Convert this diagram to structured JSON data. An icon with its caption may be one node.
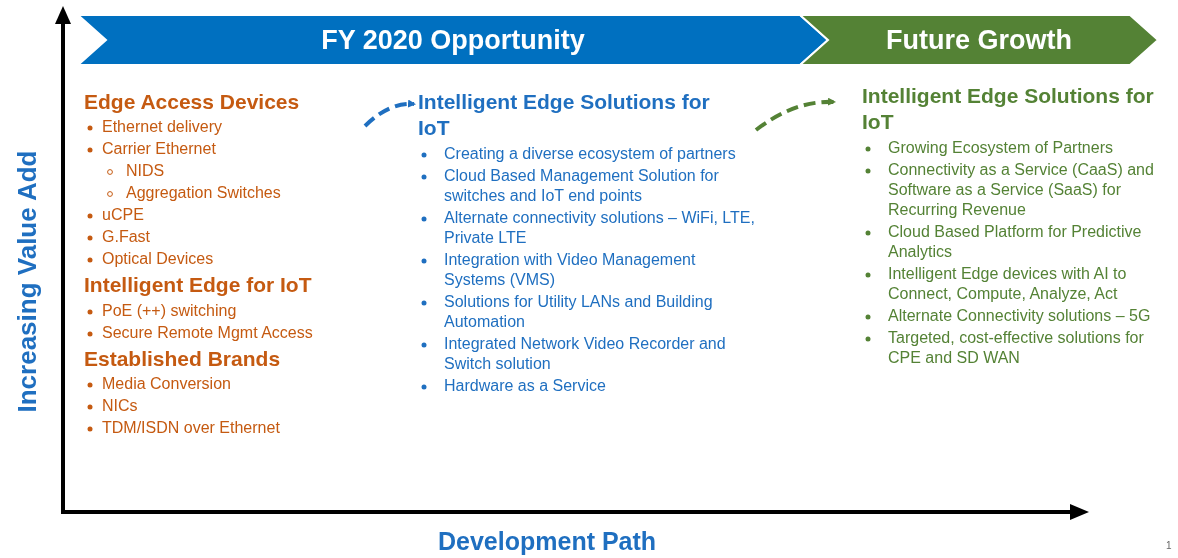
{
  "diagram": {
    "nodes": [
      {
        "text": [
          "FY 2020  Opportunity"
        ]
      },
      {
        "text": [
          "Future Growth"
        ]
      },
      {
        "text": [
          "Edge Access Devices",
          "Ethernet delivery",
          "Carrier Ethernet",
          "NIDS",
          "Aggregation Switches",
          "uCPE",
          "G.Fast",
          "Optical Devices",
          "Intelligent Edge for IoT",
          "PoE (++) switching",
          "Secure Remote Mgmt Access",
          "Established Brands",
          "Media Conversion",
          "NICs",
          "TDM/ISDN over Ethernet"
        ]
      },
      {
        "text": [
          "Intelligent Edge Solutions for IoT",
          "Creating a diverse ecosystem of partners",
          "Cloud Based Management Solution for switches and IoT end points",
          "Alternate connectivity solutions – WiFi, LTE, Private LTE",
          "Integration with Video Management Systems (VMS)",
          "Solutions for Utility LANs and Building Automation",
          "Integrated Network Video Recorder and Switch solution",
          "Hardware as a Service"
        ]
      },
      {
        "text": [
          "Intelligent Edge Solutions for IoT",
          "Growing Ecosystem of Partners",
          "Connectivity as a Service (CaaS) and Software as a Service (SaaS) for Recurring Revenue",
          "Cloud Based Platform for Predictive Analytics",
          "Intelligent Edge devices with AI to Connect, Compute, Analyze, Act",
          "Alternate Connectivity solutions – 5G",
          "Targeted, cost-effective solutions for CPE and SD WAN"
        ]
      }
    ],
    "edges": [
      {
        "from": 2,
        "to": 3,
        "arrow": "to",
        "style": "dashed",
        "color": "#1f6fc0"
      },
      {
        "from": 3,
        "to": 4,
        "arrow": "to",
        "style": "dashed",
        "color": "#548235"
      }
    ],
    "labels": [
      "Increasing Value Add",
      "Development Path",
      "1"
    ]
  }
}
